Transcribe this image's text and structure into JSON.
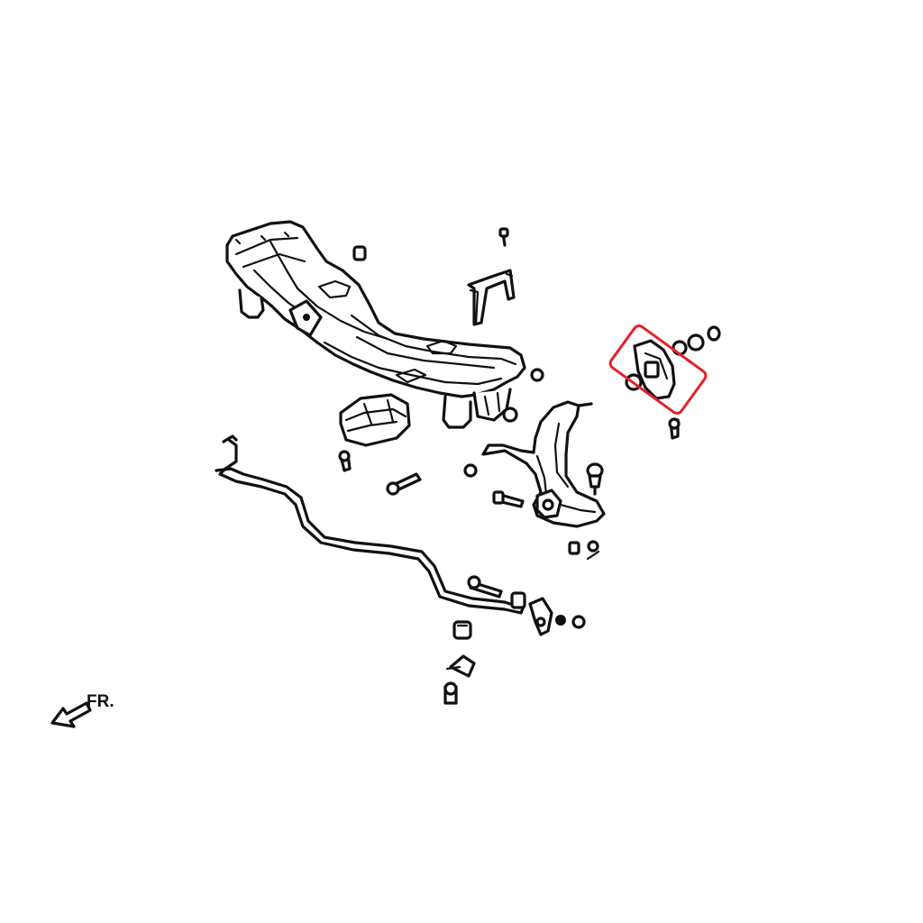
{
  "direction_label": "FR.",
  "colors": {
    "line": "#111111",
    "highlight": "#e3212b",
    "background": "#ffffff"
  },
  "parts": [
    "front-crossmember",
    "engine-mount",
    "upper-bracket",
    "lower-control-arm",
    "ball-joint",
    "rear-bushing",
    "stabilizer-bar",
    "stabilizer-link",
    "mount-bolts",
    "front-arrow"
  ],
  "highlighted_part": "rear-bushing"
}
